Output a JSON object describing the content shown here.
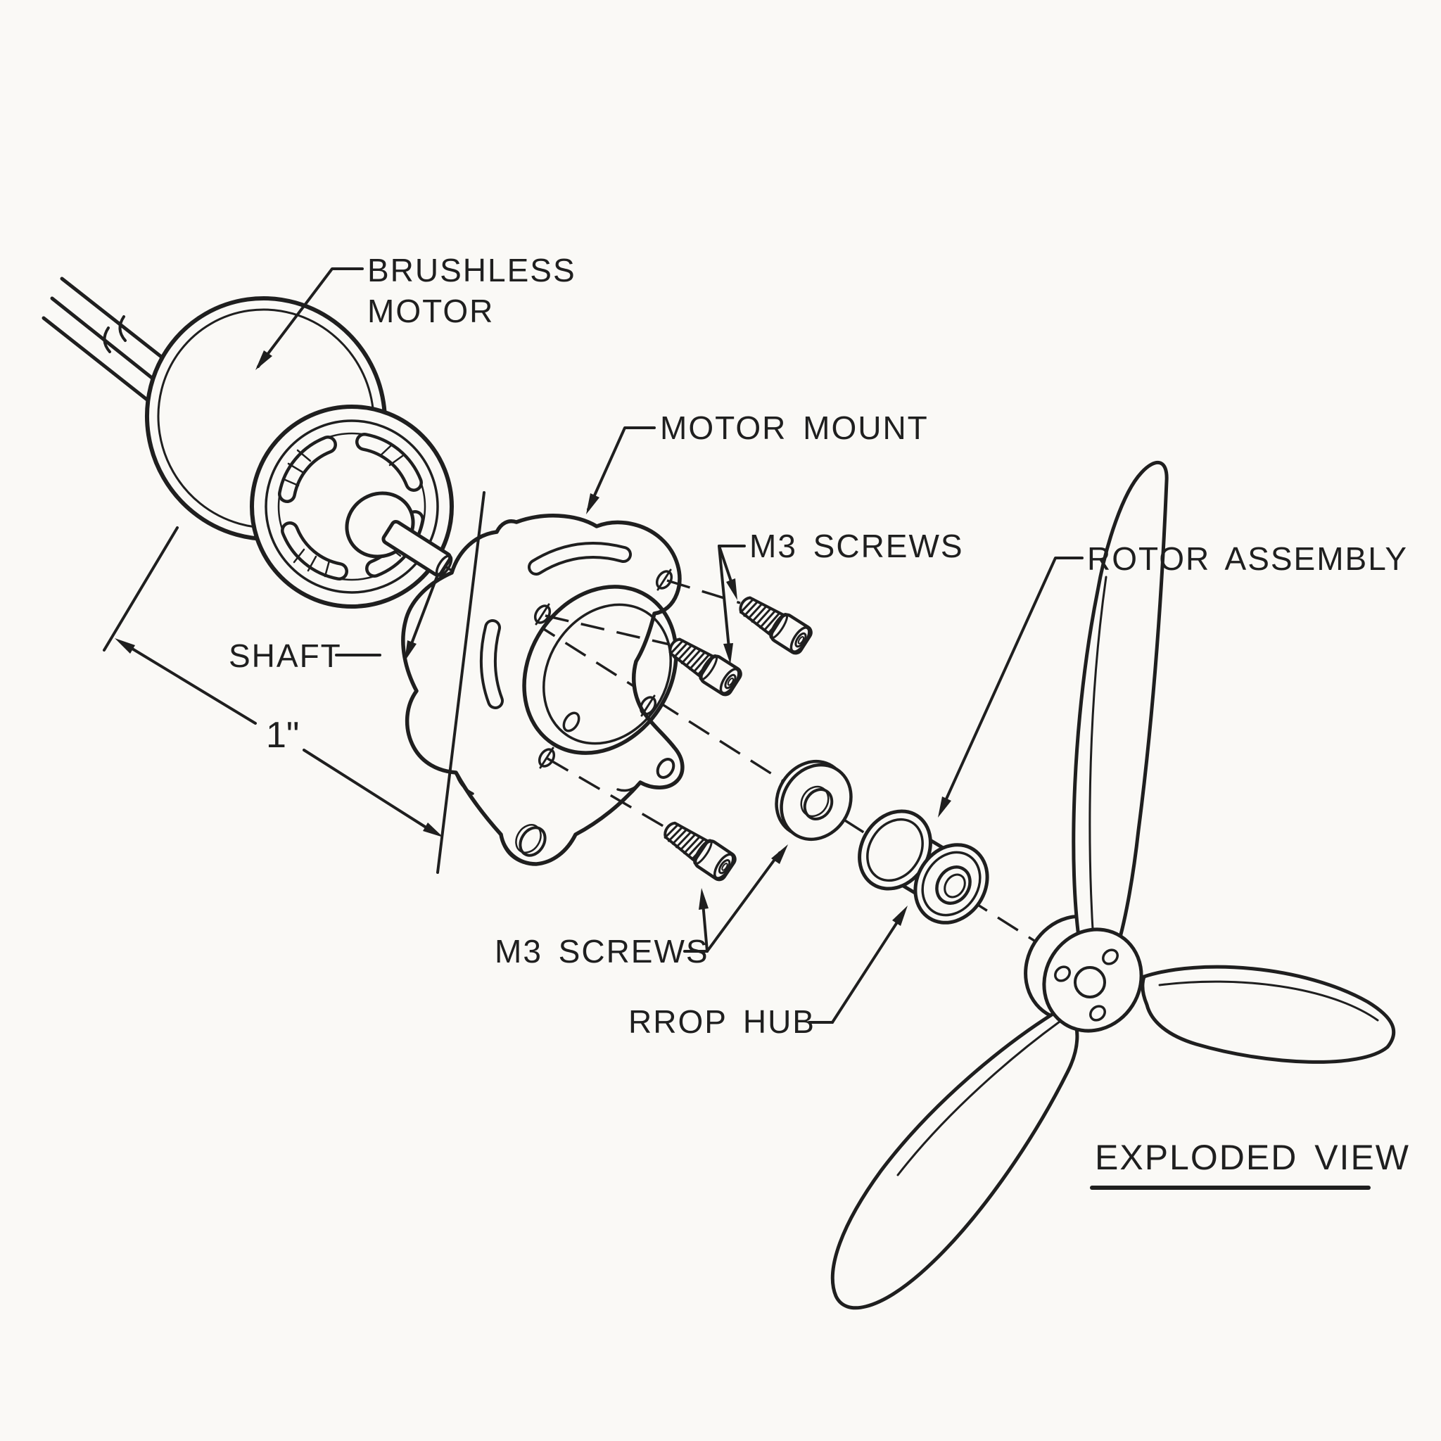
{
  "figure": {
    "kind": "exploded-view technical line drawing of a drone motor / propeller assembly",
    "title": "EXPLODED VIEW",
    "callouts": {
      "brushless_line1": "BRUSHLESS",
      "brushless_line2": "MOTOR",
      "motor_mount": "MOTOR MOUNT",
      "m3_screws_top": "M3 SCREWS",
      "rotor_assembly": "ROTOR ASSEMBLY",
      "shaft": "SHAFT",
      "shaft_dimension": "1\"",
      "m3_screws_bottom": "M3 SCREWS",
      "prop_hub": "RROP HUB"
    },
    "colors": {
      "ink": "#1f1f1f",
      "paper": "#faf9f6"
    }
  }
}
